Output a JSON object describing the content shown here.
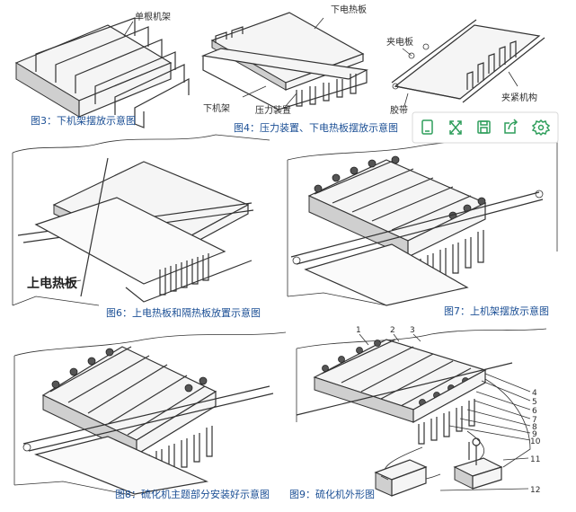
{
  "captions": {
    "fig3": "图3：下机架摆放示意图",
    "fig4": "图4：压力装置、下电热板摆放示意图",
    "fig6": "图6：上电热板和隔热板放置示意图",
    "fig7": "图7：上机架摆放示意图",
    "fig8": "图8：硫化机主题部分安装好示意图",
    "fig9": "图9：硫化机外形图"
  },
  "labels": {
    "single_frame": "单根机架",
    "lower_heating_plate": "下电热板",
    "lower_frame": "下机架",
    "pressure_device": "压力装置",
    "clamp_plate": "夹电板",
    "clamp_mechanism": "夹紧机构",
    "belt": "胶带",
    "upper_heating_plate": "上电热板"
  },
  "part_numbers": [
    "1",
    "2",
    "3",
    "4",
    "5",
    "6",
    "7",
    "8",
    "9",
    "10",
    "11",
    "12"
  ],
  "toolbar": {
    "accent_color": "#2e9e5b",
    "buttons": [
      {
        "name": "tablet-icon"
      },
      {
        "name": "fullscreen-icon"
      },
      {
        "name": "save-icon"
      },
      {
        "name": "share-icon"
      },
      {
        "name": "settings-icon"
      }
    ]
  }
}
